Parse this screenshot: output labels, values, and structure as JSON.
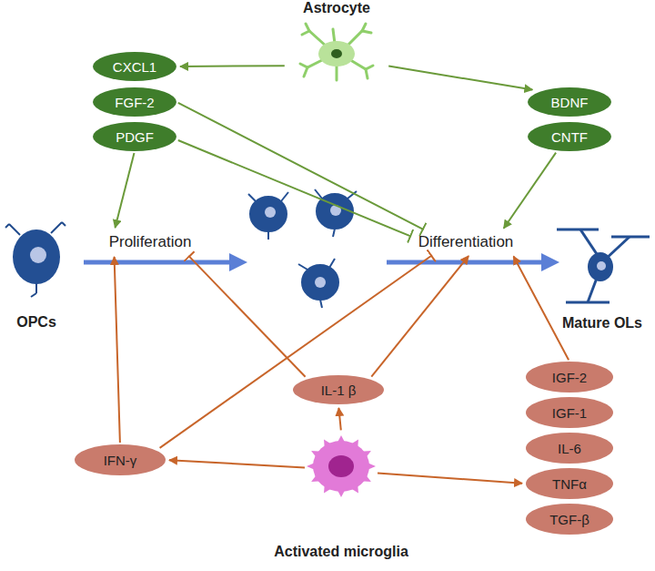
{
  "diagram": {
    "nodes": [
      {
        "text": [
          "Astrocyte"
        ]
      },
      {
        "text": [
          "CXCL1"
        ]
      },
      {
        "text": [
          "FGF-2"
        ]
      },
      {
        "text": [
          "PDGF"
        ]
      },
      {
        "text": [
          "BDNF"
        ]
      },
      {
        "text": [
          "CNTF"
        ]
      },
      {
        "text": [
          "OPCs"
        ]
      },
      {
        "text": [
          "Proliferation"
        ]
      },
      {
        "text": [
          "Differentiation"
        ]
      },
      {
        "text": [
          "Mature OLs"
        ]
      },
      {
        "text": [
          "IL-1 β"
        ]
      },
      {
        "text": [
          "IFN-γ"
        ]
      },
      {
        "text": [
          "Activated microglia"
        ]
      },
      {
        "text": [
          "IGF-2"
        ]
      },
      {
        "text": [
          "IGF-1"
        ]
      },
      {
        "text": [
          "IL-6"
        ]
      },
      {
        "text": [
          "TNFα"
        ]
      },
      {
        "text": [
          "TGF-β"
        ]
      }
    ],
    "edges": [
      {
        "from": 0,
        "to": 1,
        "arrow": "to"
      },
      {
        "from": 0,
        "to": 4,
        "arrow": "to"
      },
      {
        "from": 3,
        "to": 7,
        "arrow": "to"
      },
      {
        "from": 2,
        "to": 8,
        "arrow": "to"
      },
      {
        "from": 3,
        "to": 8,
        "arrow": "to"
      },
      {
        "from": 5,
        "to": 8,
        "arrow": "to"
      },
      {
        "from": 12,
        "to": 11,
        "arrow": "to"
      },
      {
        "from": 12,
        "to": 10,
        "arrow": "to"
      },
      {
        "from": 12,
        "to": 16,
        "arrow": "to"
      },
      {
        "from": 11,
        "to": 7,
        "arrow": "to"
      },
      {
        "from": 11,
        "to": 8,
        "arrow": "to"
      },
      {
        "from": 10,
        "to": 7,
        "arrow": "to"
      },
      {
        "from": 10,
        "to": 8,
        "arrow": "to"
      },
      {
        "from": 13,
        "to": 8,
        "arrow": "to"
      }
    ]
  }
}
